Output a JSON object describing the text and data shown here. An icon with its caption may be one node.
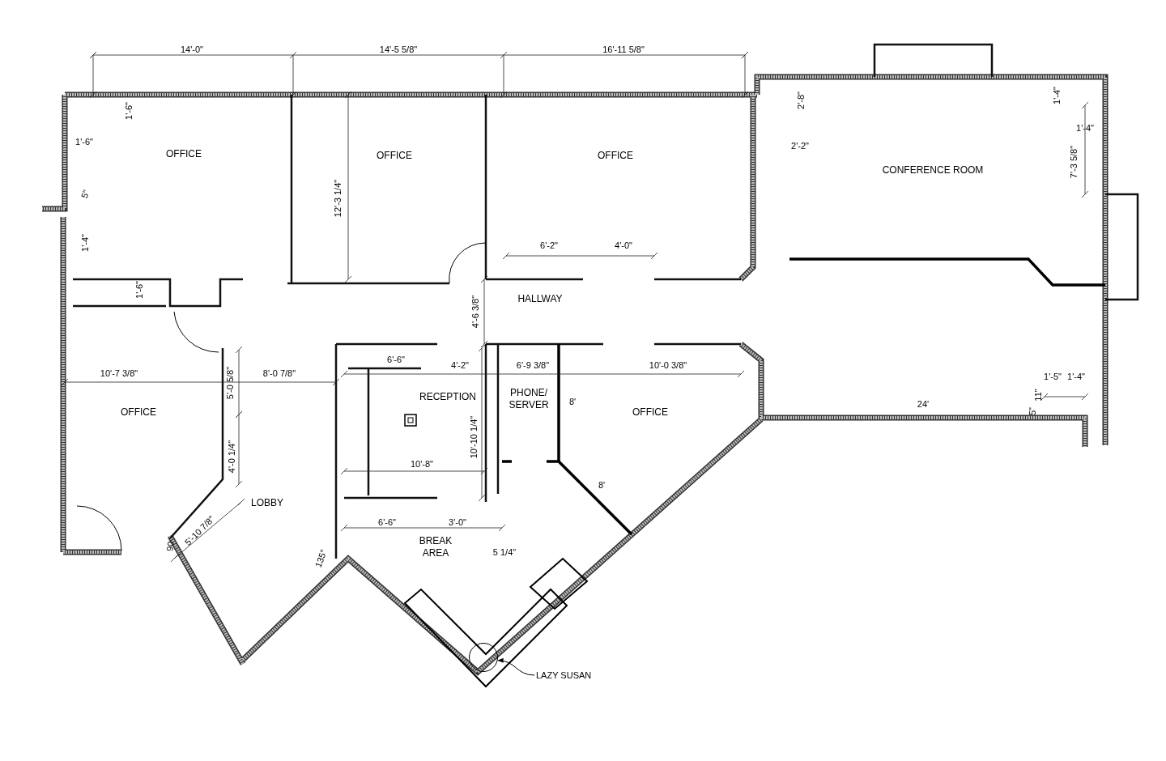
{
  "diagram": {
    "nodes": [
      {
        "text": [
          "LAZY SUSAN"
        ]
      },
      {
        "text": [],
        "shape": "circle"
      }
    ],
    "edges": [
      {
        "from": 0,
        "to": 1,
        "arrow": "to"
      }
    ],
    "labels": [
      "14'-0\"",
      "14'-5 5/8\"",
      "16'-11 5/8\"",
      "1'-6\"",
      "1'-6\"",
      "OFFICE",
      "OFFICE",
      "OFFICE",
      "2'-8\"",
      "1'-4\"",
      "2'-2\"",
      "1'-4\"",
      "CONFERENCE ROOM",
      "7'-3 5/8\"",
      "12'-3 1/4\"",
      "5\"",
      "1'-4\"",
      "6'-2\"",
      "4'-0\"",
      "1'-6\"",
      "HALLWAY",
      "4'-6 3/8\"",
      "6'-6\"",
      "4'-2\"",
      "6'-9 3/8\"",
      "10'-0 3/8\"",
      "10'-7 3/8\"",
      "8'-0 7/8\"",
      "5'-0 5/8\"",
      "OFFICE",
      "RECEPTION",
      "PHONE/ SERVER",
      "8'",
      "OFFICE",
      "1'-5\"",
      "1'-4\"",
      "11\"",
      "24'",
      "5\"",
      "4'-0 1/4\"",
      "10'-10 1/4\"",
      "10'-8\"",
      "8'",
      "LOBBY",
      "6'-6\"",
      "3'-0\"",
      "5'-10 7/8\"",
      "90",
      "BREAK AREA",
      "5 1/4\"",
      "135°"
    ]
  }
}
